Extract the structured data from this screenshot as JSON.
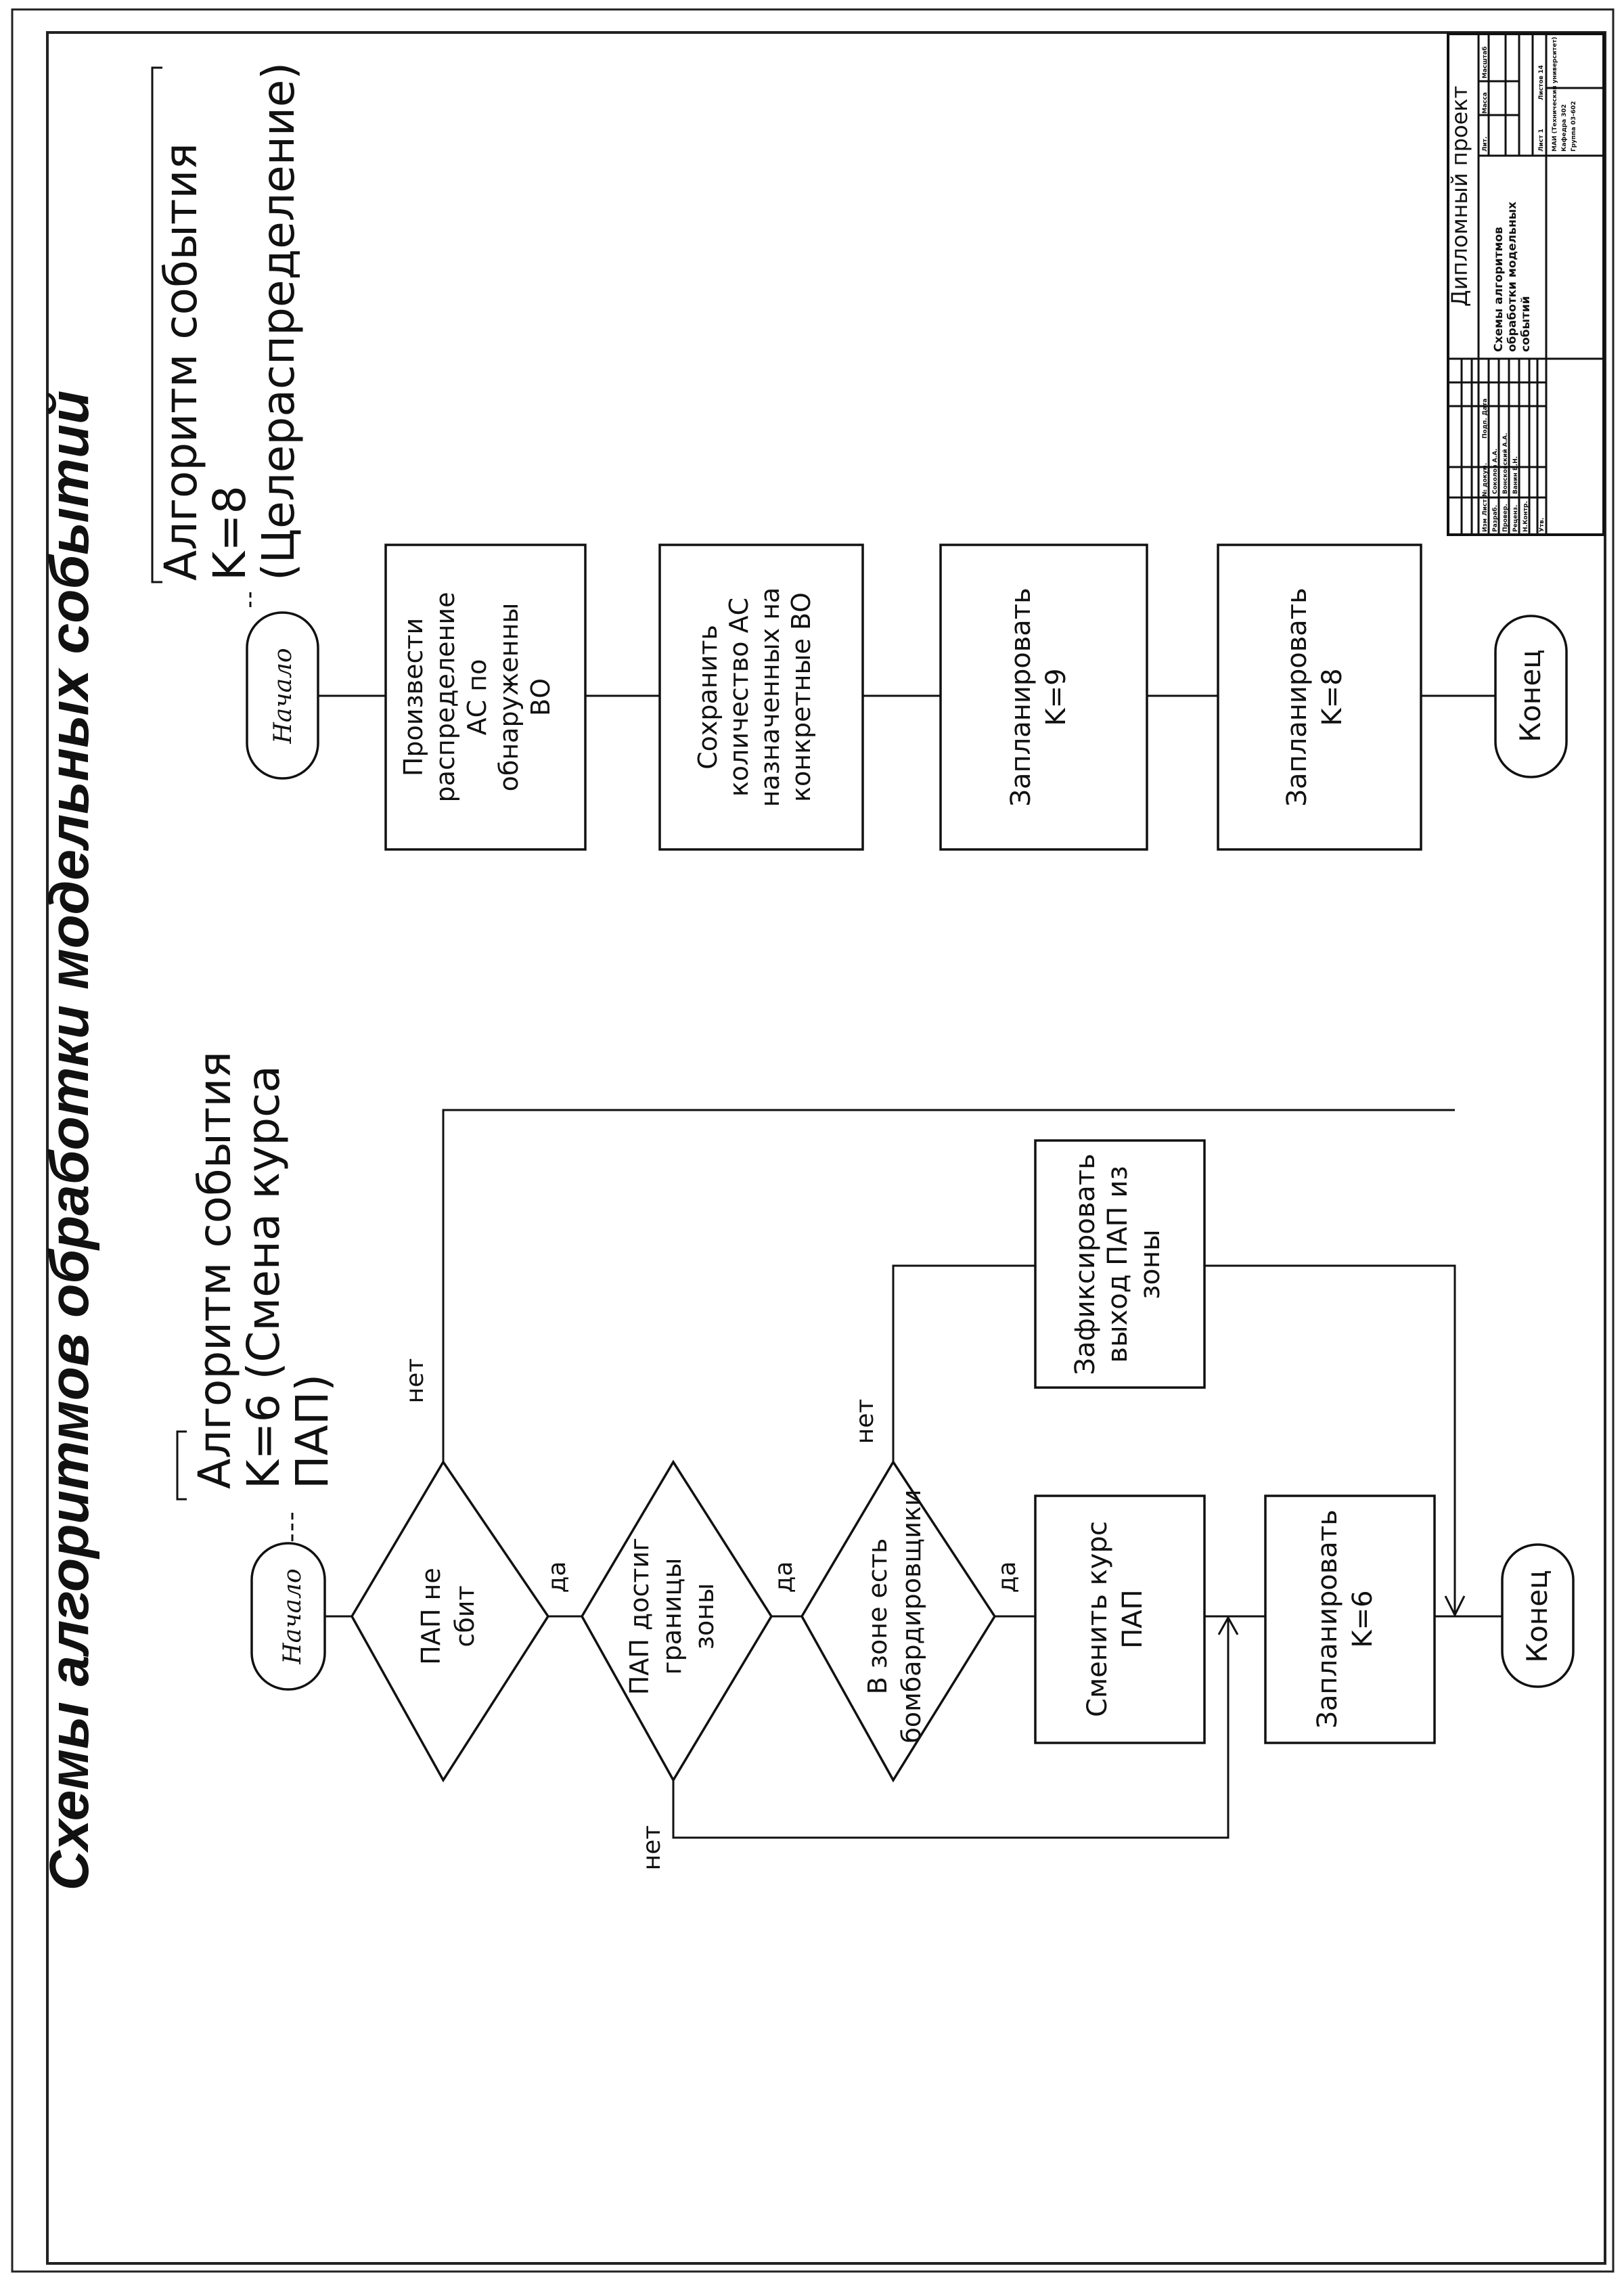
{
  "title": "Схемы алгоритмов обработки модельных событий",
  "algorithm_a": {
    "caption": [
      "Алгоритм события",
      "K=6 (Смена курса",
      "ПАП)"
    ],
    "start": "Начало",
    "d1": [
      "ПАП не",
      "сбит"
    ],
    "d2": [
      "ПАП достиг",
      "границы",
      "зоны"
    ],
    "d3": [
      "В зоне есть",
      "бомбардировщики"
    ],
    "p1": [
      "Сменить курс",
      "ПАП"
    ],
    "p2": [
      "Запланировать",
      "K=6"
    ],
    "p3": [
      "Зафиксировать",
      "выход ПАП из",
      "зоны"
    ],
    "end": "Конец",
    "yes": "да",
    "no": "нет"
  },
  "algorithm_b": {
    "caption": [
      "Алгоритм события",
      "K=8",
      "(Целераспределение)"
    ],
    "start": "Начало",
    "p1": [
      "Произвести",
      "распределение",
      "АС по",
      "обнаруженны",
      "ВО"
    ],
    "p2": [
      "Сохранить",
      "количество АС",
      "назначенных на",
      "конкретные ВО"
    ],
    "p3": [
      "Запланировать",
      "K=9"
    ],
    "p4": [
      "Запланировать",
      "K=8"
    ],
    "end": "Конец"
  },
  "stamp": {
    "project": "Дипломный проект",
    "subject": [
      "Схемы алгоритмов",
      "обработки модельных",
      "событий"
    ],
    "col_headers": [
      "Изм",
      "Лист",
      "№ докум.",
      "Подп.",
      "Дата"
    ],
    "roles": [
      "Разраб.",
      "Провер.",
      "Реценз.",
      "Н.Контр.",
      "Утв."
    ],
    "names": [
      "Соколов А.А.",
      "Вонсковский А.А.",
      "Ванин В.Н."
    ],
    "right_headers": [
      "Лит.",
      "Масса",
      "Масштаб"
    ],
    "sheet_text": "Лист 1",
    "sheets_text": "Листов 14",
    "org": [
      "МАИ (Технический университет)",
      "Кафедра 302",
      "Группа 03-602"
    ]
  }
}
